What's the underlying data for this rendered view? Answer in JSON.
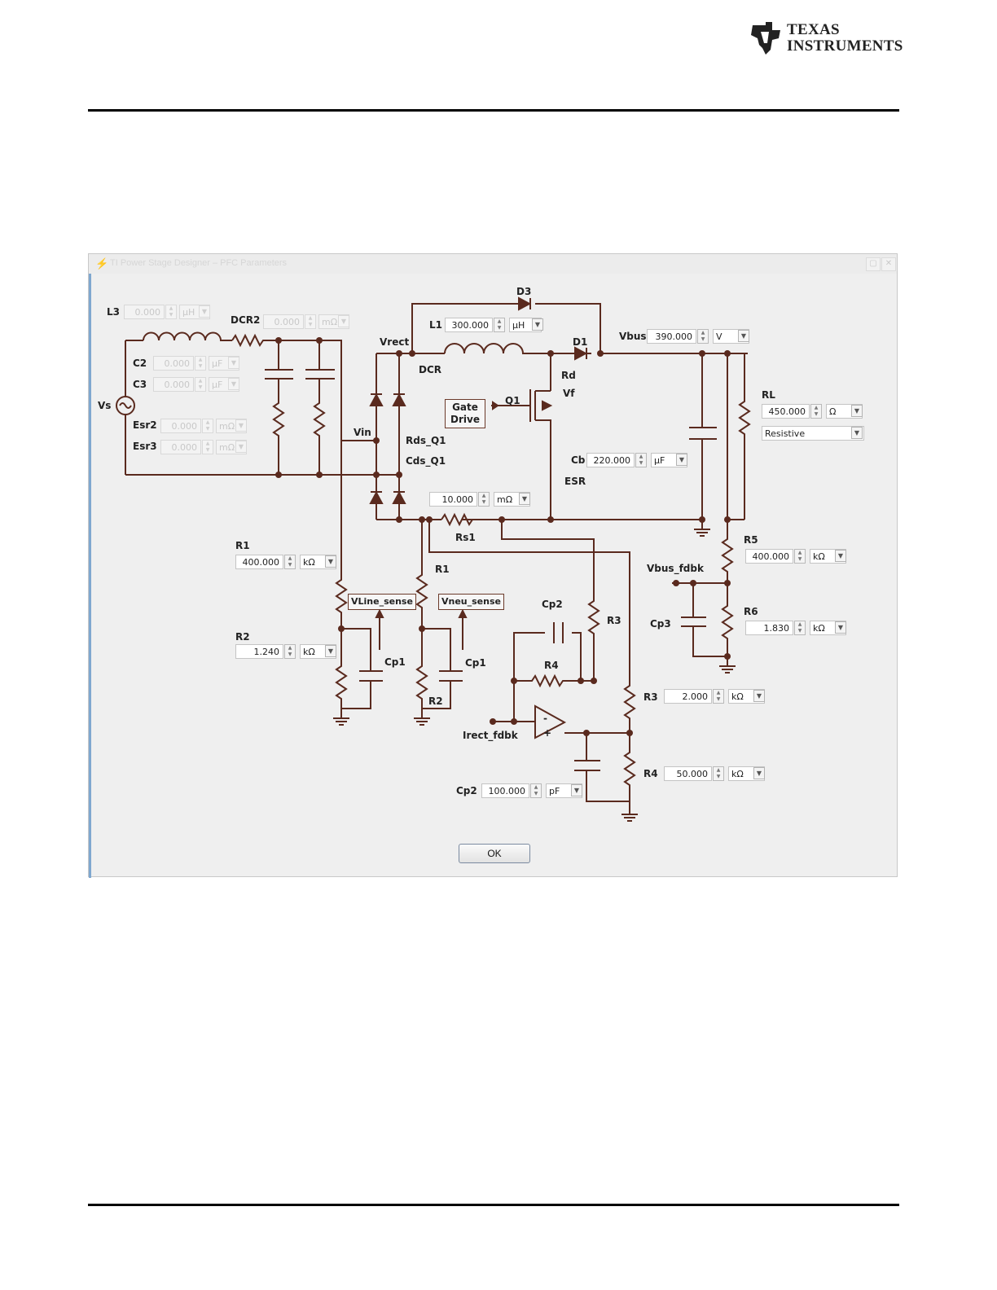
{
  "header": {
    "logo_line1": "TEXAS",
    "logo_line2": "INSTRUMENTS"
  },
  "window": {
    "title": "TI Power Stage Designer – PFC Parameters",
    "ok_label": "OK"
  },
  "labels": {
    "L3": "L3",
    "DCR2": "DCR2",
    "C2": "C2",
    "C3": "C3",
    "Vs": "Vs",
    "Esr2": "Esr2",
    "Esr3": "Esr3",
    "D3": "D3",
    "L1": "L1",
    "Vrect": "Vrect",
    "DCR": "DCR",
    "D1": "D1",
    "Vbus": "Vbus",
    "Rd": "Rd",
    "Vf": "Vf",
    "Q1": "Q1",
    "Vin": "Vin",
    "Rds_Q1": "Rds_Q1",
    "Cds_Q1": "Cds_Q1",
    "Cb": "Cb",
    "ESR": "ESR",
    "RL": "RL",
    "Rs1": "Rs1",
    "R1_left": "R1",
    "R1_mid": "R1",
    "R2_left": "R2",
    "R2_mid": "R2",
    "Cp1_a": "Cp1",
    "Cp1_b": "Cp1",
    "Cp2_top": "Cp2",
    "R4_top": "R4",
    "R3_top": "R3",
    "Irect_fdbk": "Irect_fdbk",
    "R3": "R3",
    "R4": "R4",
    "Cp2": "Cp2",
    "R5": "R5",
    "Vbus_fdbk": "Vbus_fdbk",
    "Cp3": "Cp3",
    "R6": "R6",
    "VLine_sense": "VLine_sense",
    "Vneu_sense": "Vneu_sense",
    "gate_drive_1": "Gate",
    "gate_drive_2": "Drive",
    "opamp_minus": "-",
    "opamp_plus": "+"
  },
  "controls": {
    "L3": {
      "value": "0.000",
      "unit": "µH",
      "disabled": true
    },
    "DCR2": {
      "value": "0.000",
      "unit": "mΩ",
      "disabled": true
    },
    "C2": {
      "value": "0.000",
      "unit": "µF",
      "disabled": true
    },
    "C3": {
      "value": "0.000",
      "unit": "µF",
      "disabled": true
    },
    "Esr2": {
      "value": "0.000",
      "unit": "mΩ",
      "disabled": true
    },
    "Esr3": {
      "value": "0.000",
      "unit": "mΩ",
      "disabled": true
    },
    "L1": {
      "value": "300.000",
      "unit": "µH"
    },
    "Vbus": {
      "value": "390.000",
      "unit": "V"
    },
    "RL": {
      "value": "450.000",
      "unit": "Ω"
    },
    "RL_type": {
      "value": "Resistive"
    },
    "Cb": {
      "value": "220.000",
      "unit": "µF"
    },
    "Rs1": {
      "value": "10.000",
      "unit": "mΩ"
    },
    "R1": {
      "value": "400.000",
      "unit": "kΩ"
    },
    "R2": {
      "value": "1.240",
      "unit": "kΩ"
    },
    "R5": {
      "value": "400.000",
      "unit": "kΩ"
    },
    "R6": {
      "value": "1.830",
      "unit": "kΩ"
    },
    "R3": {
      "value": "2.000",
      "unit": "kΩ"
    },
    "R4": {
      "value": "50.000",
      "unit": "kΩ"
    },
    "Cp2": {
      "value": "100.000",
      "unit": "pF"
    }
  },
  "colors": {
    "wire": "#5a2a1e",
    "window_bg": "#efefef"
  }
}
